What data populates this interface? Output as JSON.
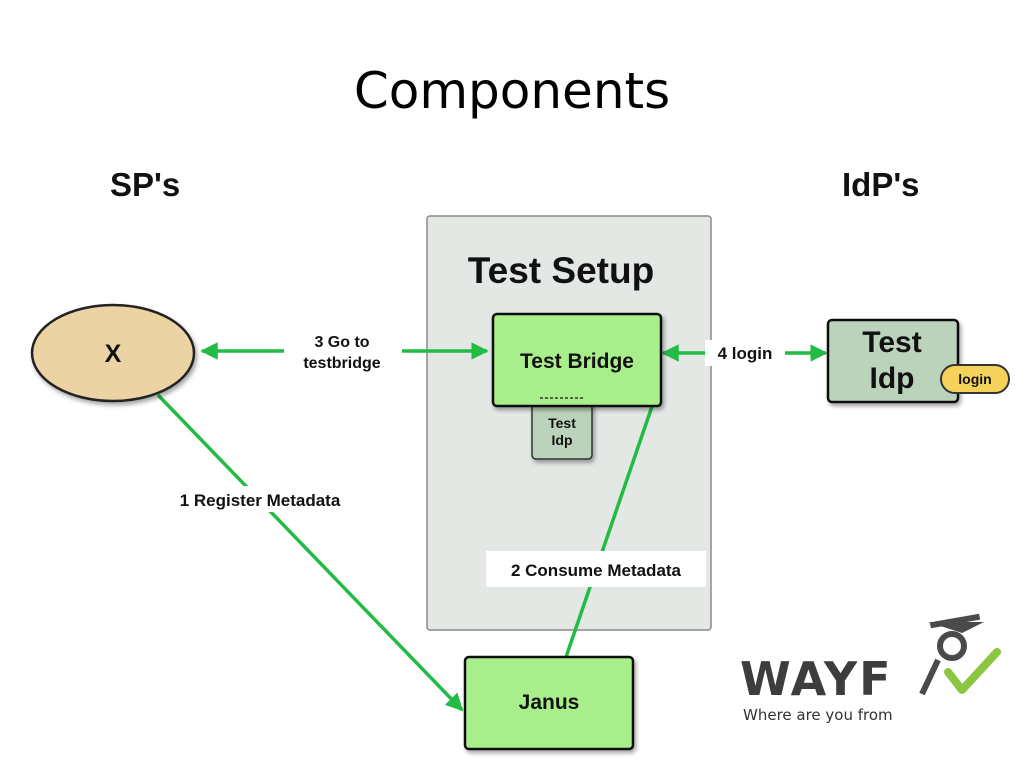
{
  "slide": {
    "title": "Components"
  },
  "headers": {
    "sps": "SP's",
    "idps": "IdP's"
  },
  "nodes": {
    "test_setup": "Test Setup",
    "sp_x": "X",
    "test_bridge": "Test Bridge",
    "inner_idp_line1": "Test",
    "inner_idp_line2": "Idp",
    "test_idp_line1": "Test",
    "test_idp_line2": "Idp",
    "login_badge": "login",
    "janus": "Janus"
  },
  "edges": {
    "goto_line1": "3 Go to",
    "goto_line2": "testbridge",
    "login": "4 login",
    "register": "1 Register Metadata",
    "consume": "2 Consume Metadata"
  },
  "logo": {
    "name": "WAYF",
    "tagline": "Where are you from"
  },
  "colors": {
    "green_box": "#a8ef8c",
    "arrow": "#22bb44",
    "sp_ellipse": "#ecd3a3",
    "idp_box": "#bcd3bb",
    "badge": "#f5d35a"
  }
}
